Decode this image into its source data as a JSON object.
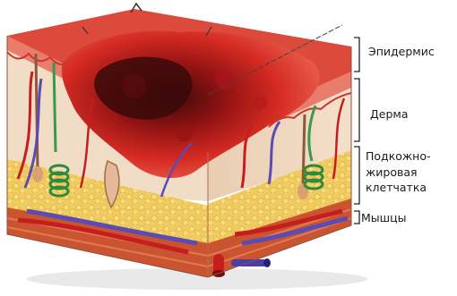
{
  "labels": {
    "epidermis": "Эпидермис",
    "dermis": "Дерма",
    "subcutaneous": [
      "Подкожно-",
      "жировая",
      "клетчатка"
    ],
    "muscle": "Мышцы"
  },
  "colors": {
    "epidermis_surface": "#d9463a",
    "dermis": "#f3dcc4",
    "wound": "#c41a1a",
    "wound_dark": "#4a0d0d",
    "fat": "#f0c95a",
    "muscle": "#c9542f",
    "artery": "#c61e1e",
    "vein": "#5a4bb5",
    "nerve": "#3a9a4a"
  }
}
